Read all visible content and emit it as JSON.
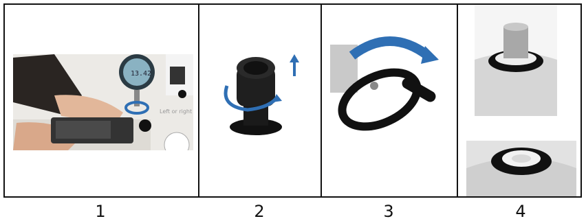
{
  "steps": [
    {
      "number": "1",
      "inset_text": "Left or right",
      "gauge_reading": "13.42"
    },
    {
      "number": "2"
    },
    {
      "number": "3"
    },
    {
      "number": "4"
    }
  ],
  "colors": {
    "arrow": "#2f6fb4",
    "border": "#111111",
    "knob": "#1a1a1a"
  }
}
